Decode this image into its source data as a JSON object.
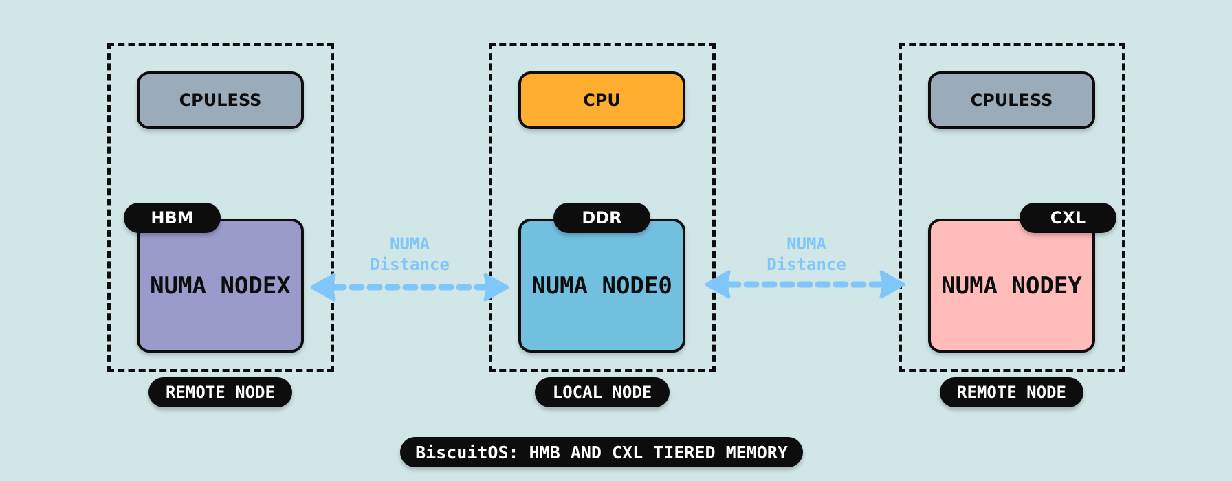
{
  "title": "BiscuitOS: HMB AND CXL TIERED MEMORY",
  "colors": {
    "background": "#d1e6e7",
    "cpuless": "#9aabb9",
    "cpu": "#ffae30",
    "hbm_node": "#9a9bcb",
    "ddr_node": "#72c0e0",
    "cxl_node": "#ffbcbb",
    "arrow": "#7fc6fb",
    "pill": "#0d0d0d"
  },
  "nodes": [
    {
      "id": "left",
      "processor_label": "CPULESS",
      "memory_type": "HBM",
      "node_name": "NUMA NODEX",
      "role_label": "REMOTE NODE"
    },
    {
      "id": "middle",
      "processor_label": "CPU",
      "memory_type": "DDR",
      "node_name": "NUMA NODE0",
      "role_label": "LOCAL NODE"
    },
    {
      "id": "right",
      "processor_label": "CPULESS",
      "memory_type": "CXL",
      "node_name": "NUMA NODEY",
      "role_label": "REMOTE NODE"
    }
  ],
  "links": [
    {
      "from": "NUMA NODEX",
      "to": "NUMA NODE0",
      "label_line1": "NUMA",
      "label_line2": "Distance",
      "bidirectional": true
    },
    {
      "from": "NUMA NODE0",
      "to": "NUMA NODEY",
      "label_line1": "NUMA",
      "label_line2": "Distance",
      "bidirectional": true
    }
  ]
}
